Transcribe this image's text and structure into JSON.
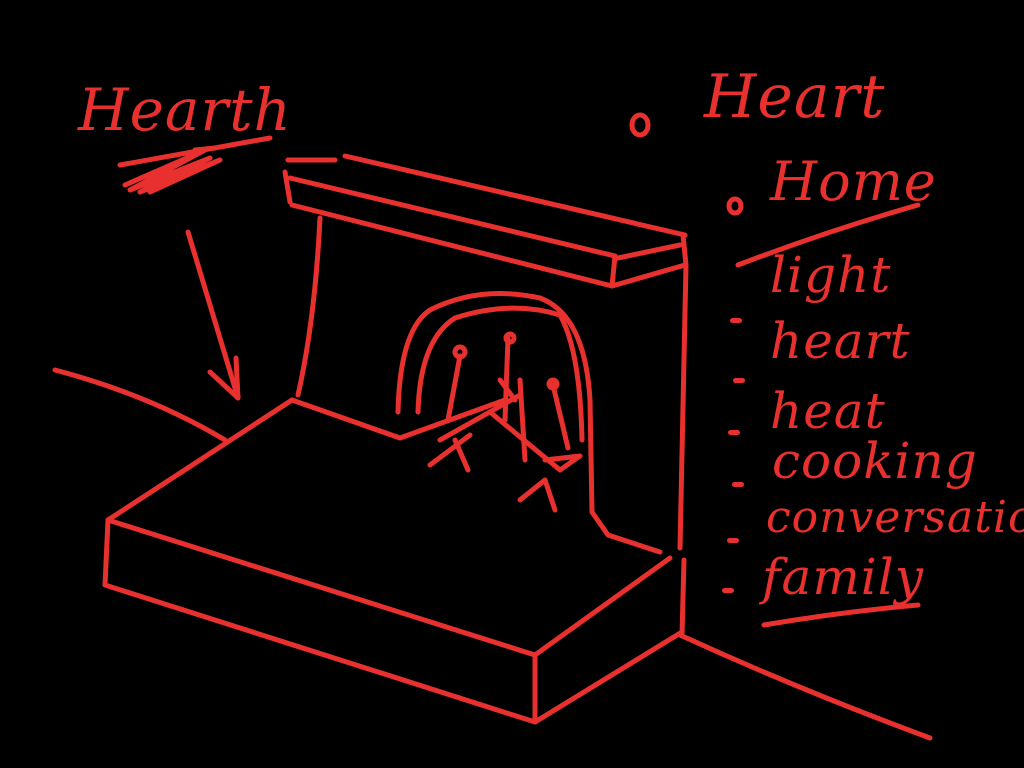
{
  "title": "Hearth",
  "headings": [
    "Heart",
    "Home"
  ],
  "list_items": [
    "light",
    "heart",
    "heat",
    "cooking",
    "conversation",
    "family"
  ],
  "colors": {
    "background": "#000000",
    "ink": "#e8312f"
  }
}
